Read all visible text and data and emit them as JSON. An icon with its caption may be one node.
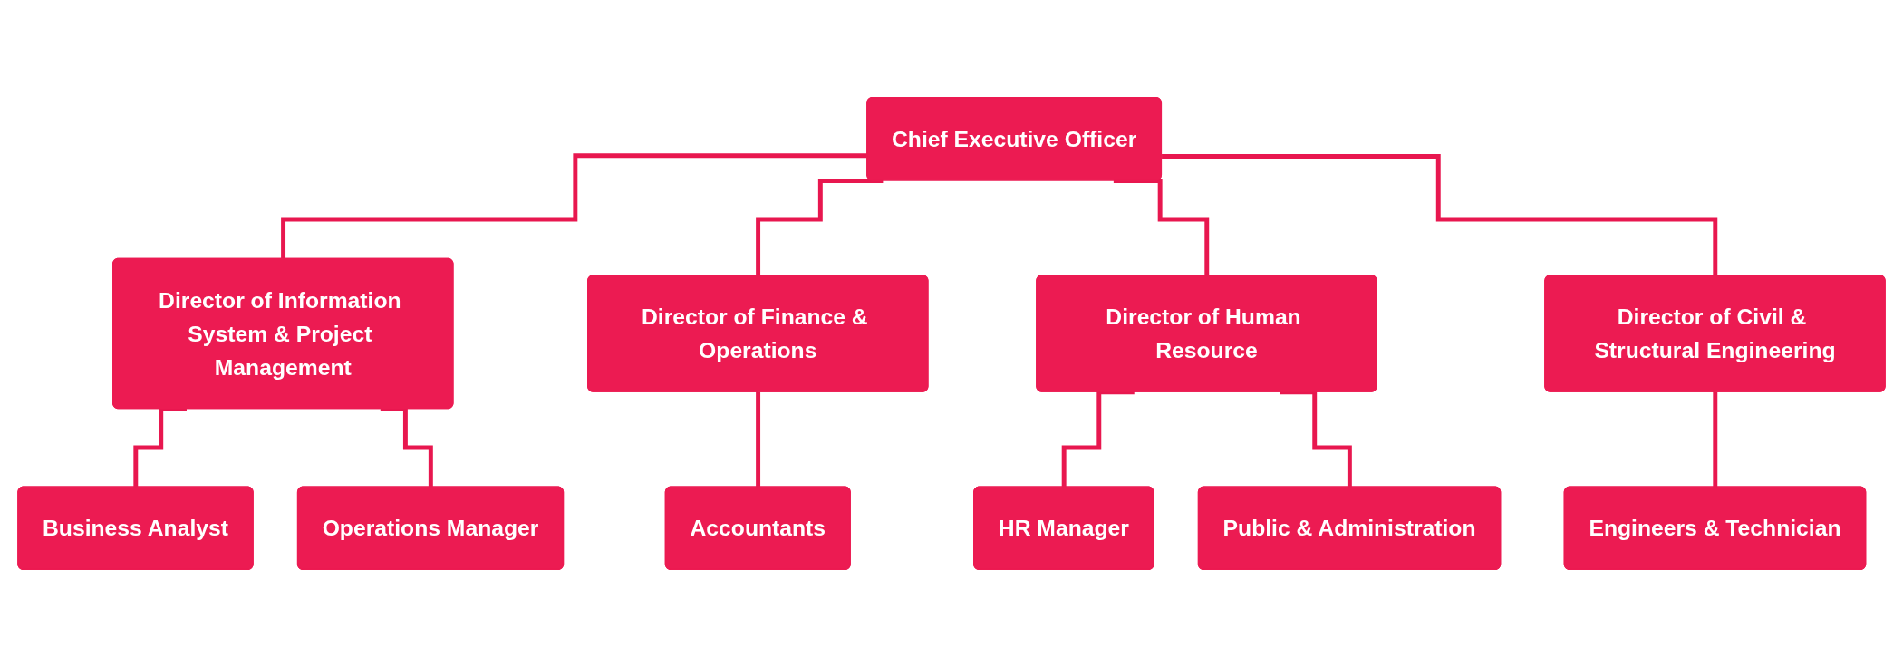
{
  "diagram": {
    "nodes": [
      {
        "text": [
          "Chief Executive Officer"
        ]
      },
      {
        "text": [
          "Director of Information System & Project Management"
        ]
      },
      {
        "text": [
          "Director of Finance & Operations"
        ]
      },
      {
        "text": [
          "Director of Human Resource"
        ]
      },
      {
        "text": [
          "Director of Civil & Structural Engineering"
        ]
      },
      {
        "text": [
          "Business Analyst"
        ]
      },
      {
        "text": [
          "Operations Manager"
        ]
      },
      {
        "text": [
          "Accountants"
        ]
      },
      {
        "text": [
          "HR Manager"
        ]
      },
      {
        "text": [
          "Public & Administration"
        ]
      },
      {
        "text": [
          "Engineers & Technician"
        ]
      }
    ],
    "edges": [
      {
        "from": 0,
        "to": 1,
        "arrow": "none"
      },
      {
        "from": 0,
        "to": 2,
        "arrow": "none"
      },
      {
        "from": 0,
        "to": 3,
        "arrow": "none"
      },
      {
        "from": 0,
        "to": 4,
        "arrow": "none"
      },
      {
        "from": 1,
        "to": 5,
        "arrow": "none"
      },
      {
        "from": 1,
        "to": 6,
        "arrow": "none"
      },
      {
        "from": 2,
        "to": 7,
        "arrow": "none"
      },
      {
        "from": 3,
        "to": 8,
        "arrow": "none"
      },
      {
        "from": 3,
        "to": 9,
        "arrow": "none"
      },
      {
        "from": 4,
        "to": 10,
        "arrow": "none"
      }
    ]
  }
}
